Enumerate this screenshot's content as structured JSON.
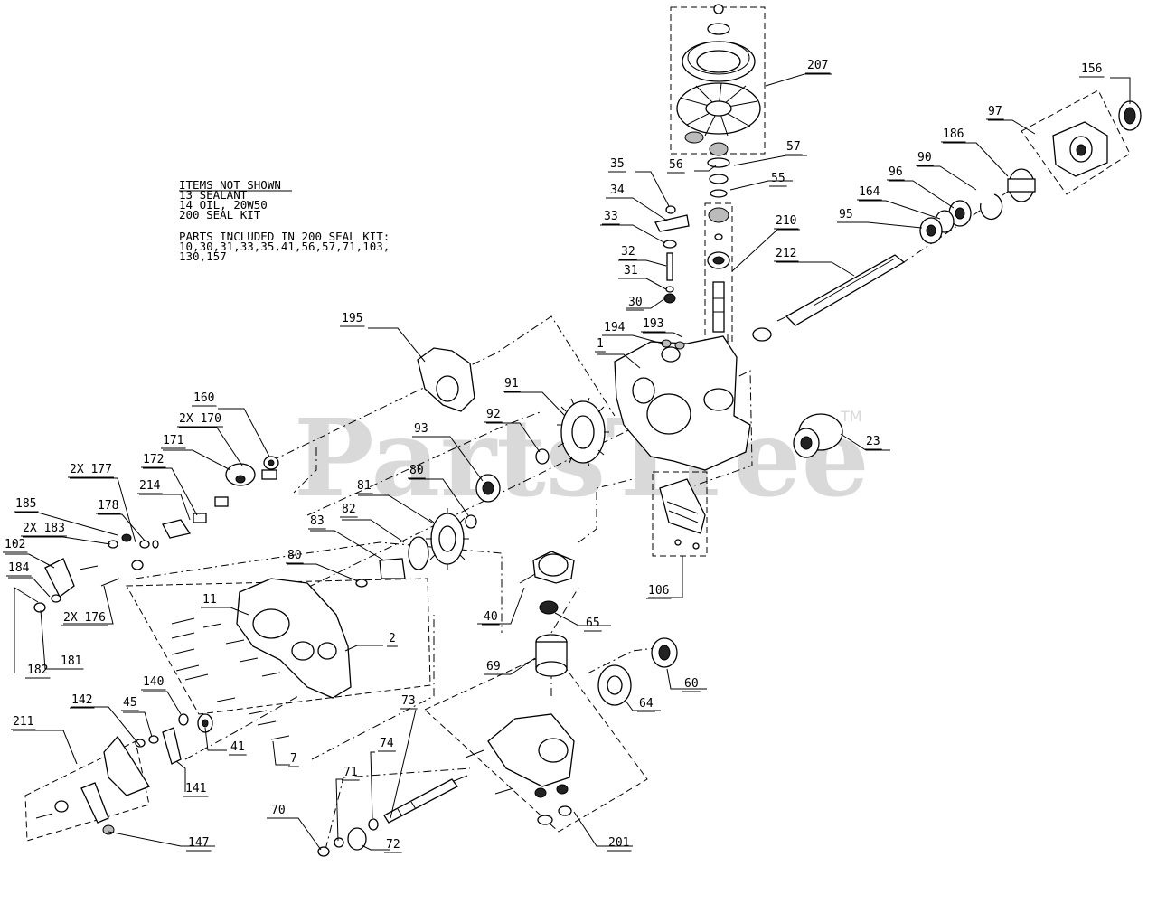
{
  "watermark": {
    "brand": "PartsTree",
    "tm": "TM"
  },
  "notes": {
    "title": "ITEMS NOT SHOWN",
    "lines": [
      "13 SEALANT",
      "14 OIL, 20W50",
      "200 SEAL KIT"
    ],
    "kit_title": "PARTS INCLUDED IN 200 SEAL KIT:",
    "kit_lines": [
      "10,30,31,33,35,41,56,57,71,103,",
      "130,157"
    ]
  },
  "callouts": [
    "207",
    "156",
    "97",
    "186",
    "90",
    "96",
    "164",
    "95",
    "57",
    "56",
    "55",
    "35",
    "34",
    "33",
    "32",
    "31",
    "30",
    "210",
    "212",
    "193",
    "194",
    "1",
    "195",
    "91",
    "92",
    "93",
    "80",
    "81",
    "82",
    "83",
    "80",
    "23",
    "106",
    "40",
    "65",
    "69",
    "60",
    "64",
    "160",
    "2X 170",
    "171",
    "172",
    "214",
    "2X 177",
    "178",
    "185",
    "2X 183",
    "102",
    "184",
    "2X 176",
    "181",
    "182",
    "11",
    "2",
    "140",
    "142",
    "45",
    "211",
    "41",
    "7",
    "141",
    "147",
    "73",
    "74",
    "71",
    "70",
    "72",
    "201"
  ]
}
